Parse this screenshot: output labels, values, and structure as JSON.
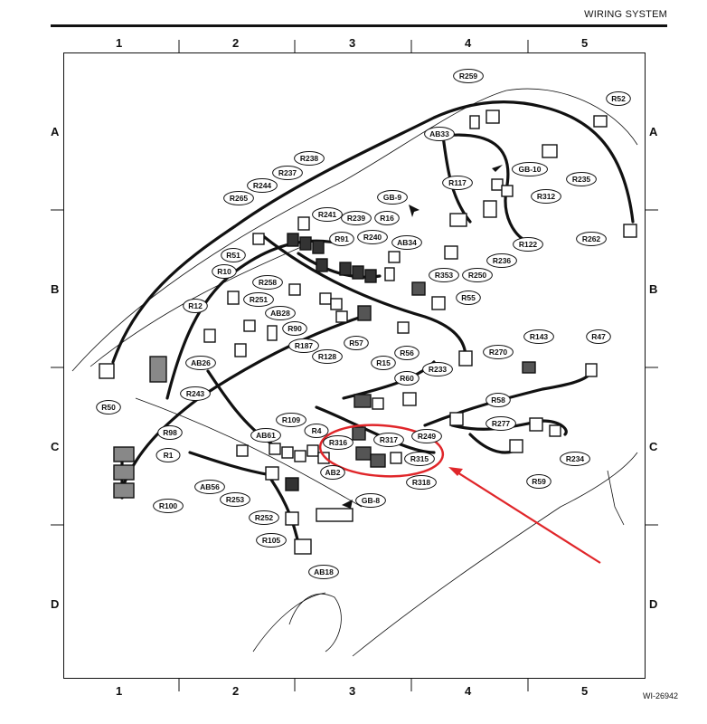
{
  "header": {
    "section_title": "WIRING SYSTEM"
  },
  "grid": {
    "columns": [
      "1",
      "2",
      "3",
      "4",
      "5"
    ],
    "rows": [
      "A",
      "B",
      "C",
      "D"
    ]
  },
  "connectors": [
    "R259",
    "R52",
    "AB33",
    "R235",
    "GB-10",
    "R238",
    "R237",
    "R244",
    "R265",
    "R117",
    "R312",
    "GB-9",
    "R241",
    "R239",
    "R16",
    "R91",
    "R240",
    "AB34",
    "R122",
    "R262",
    "R51",
    "R236",
    "R250",
    "R10",
    "R258",
    "R353",
    "R55",
    "R12",
    "R251",
    "AB28",
    "R90",
    "R187",
    "R57",
    "R56",
    "R128",
    "R143",
    "R47",
    "AB26",
    "R270",
    "R50",
    "R243",
    "R15",
    "R60",
    "R233",
    "R58",
    "R277",
    "R109",
    "R4",
    "R249",
    "R98",
    "AB61",
    "R316",
    "R317",
    "R1",
    "R234",
    "R315",
    "R59",
    "AB2",
    "AB56",
    "R318",
    "R253",
    "GB-8",
    "R100",
    "R252",
    "R105",
    "AB18"
  ],
  "figure_id": "WI-26942",
  "colors": {
    "ink": "#111111",
    "annotation": "#e0262a"
  }
}
